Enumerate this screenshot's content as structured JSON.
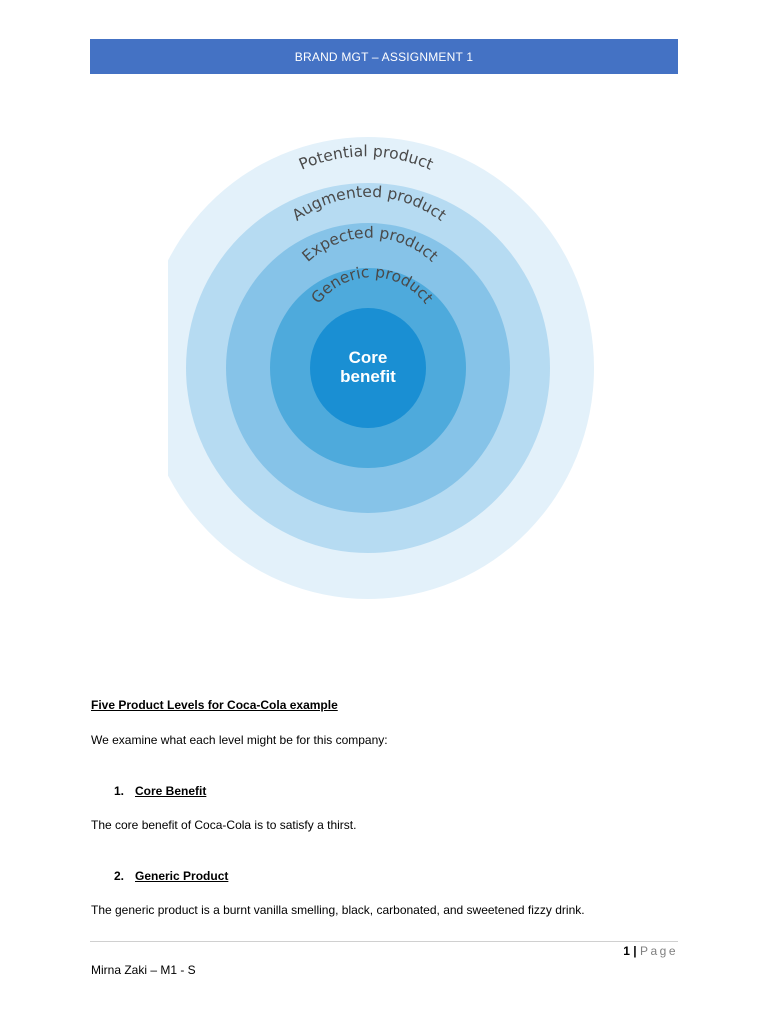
{
  "header": {
    "title": "BRAND MGT – ASSIGNMENT 1"
  },
  "diagram": {
    "levels": [
      {
        "label": "Potential product",
        "color": "#e3f1fa"
      },
      {
        "label": "Augmented product",
        "color": "#b6dbf2"
      },
      {
        "label": "Expected product",
        "color": "#86c3e8"
      },
      {
        "label": "Generic product",
        "color": "#4eaadc"
      },
      {
        "label": "Core benefit",
        "color": "#1a8fd3"
      }
    ],
    "core_line1": "Core",
    "core_line2": "benefit"
  },
  "content": {
    "heading": "Five Product Levels for Coca-Cola example",
    "intro": "We examine what each level might be for this company:",
    "items": [
      {
        "number": "1.",
        "title": "Core Benefit",
        "text": "The core benefit of Coca-Cola is to satisfy a thirst."
      },
      {
        "number": "2.",
        "title": "Generic Product",
        "text": "The generic product is a burnt vanilla smelling, black, carbonated, and sweetened fizzy drink."
      }
    ]
  },
  "footer": {
    "page_number": "1",
    "separator": " | ",
    "page_word": "Page",
    "author": "Mirna Zaki – M1 - S"
  }
}
